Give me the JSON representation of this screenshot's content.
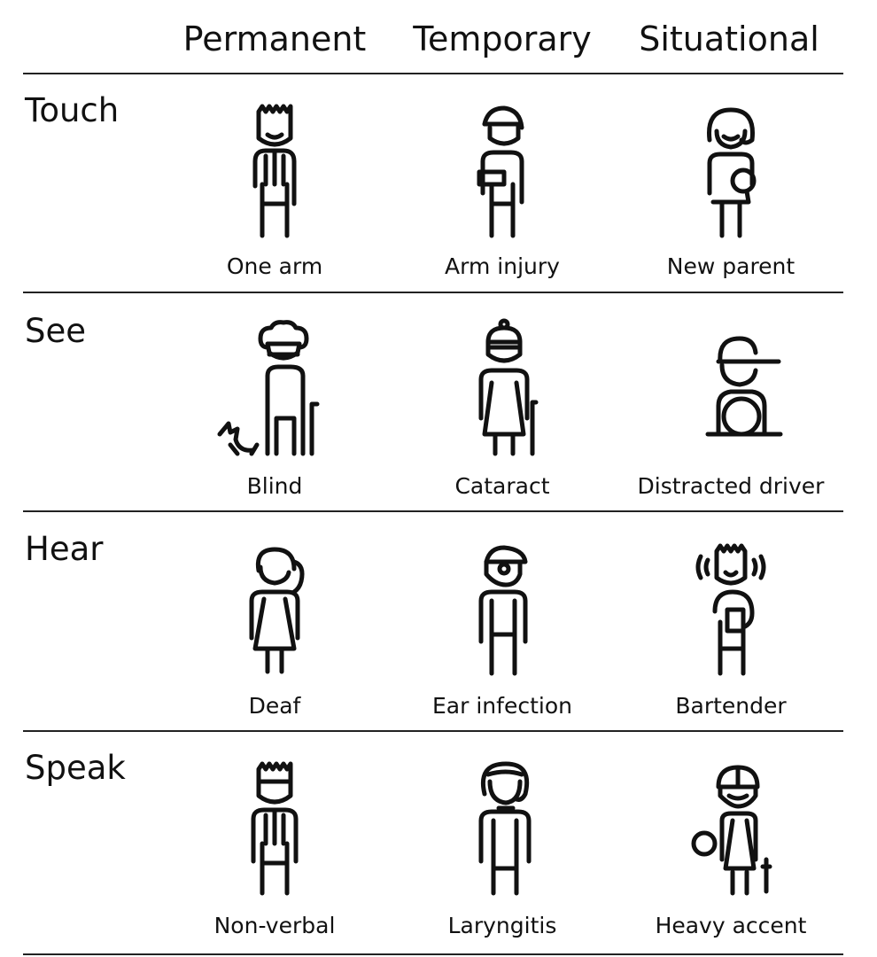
{
  "columns": [
    "Permanent",
    "Temporary",
    "Situational"
  ],
  "rows": [
    {
      "label": "Touch",
      "items": [
        {
          "caption": "One arm",
          "icon": "one-arm-person-icon"
        },
        {
          "caption": "Arm injury",
          "icon": "arm-injury-person-icon"
        },
        {
          "caption": "New parent",
          "icon": "new-parent-person-icon"
        }
      ]
    },
    {
      "label": "See",
      "items": [
        {
          "caption": "Blind",
          "icon": "blind-person-icon"
        },
        {
          "caption": "Cataract",
          "icon": "cataract-person-icon"
        },
        {
          "caption": "Distracted driver",
          "icon": "distracted-driver-icon"
        }
      ]
    },
    {
      "label": "Hear",
      "items": [
        {
          "caption": "Deaf",
          "icon": "deaf-person-icon"
        },
        {
          "caption": "Ear infection",
          "icon": "ear-infection-person-icon"
        },
        {
          "caption": "Bartender",
          "icon": "bartender-person-icon"
        }
      ]
    },
    {
      "label": "Speak",
      "items": [
        {
          "caption": "Non-verbal",
          "icon": "non-verbal-person-icon"
        },
        {
          "caption": "Laryngitis",
          "icon": "laryngitis-person-icon"
        },
        {
          "caption": "Heavy accent",
          "icon": "heavy-accent-person-icon"
        }
      ]
    }
  ]
}
